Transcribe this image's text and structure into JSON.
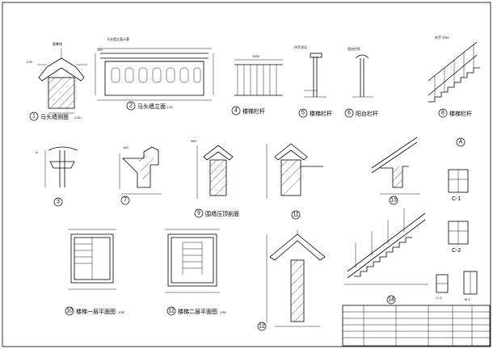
{
  "sheet": {
    "watermark": "",
    "details": [
      {
        "num": "1",
        "title": "马头墙侧面",
        "scale": "1:20"
      },
      {
        "num": "2",
        "title": "马头墙立面",
        "scale": "1:20"
      },
      {
        "num": "4",
        "title": "楼梯栏杆",
        "scale": ""
      },
      {
        "num": "5",
        "title": "楼梯栏杆",
        "scale": ""
      },
      {
        "num": "6",
        "title": "阳台栏杆",
        "scale": ""
      },
      {
        "num": "8",
        "title": "楼梯栏杆",
        "scale": ""
      },
      {
        "num": "3",
        "title": "",
        "scale": ""
      },
      {
        "num": "7",
        "title": "",
        "scale": ""
      },
      {
        "num": "9",
        "title": "围墙压顶剖面",
        "scale": ""
      },
      {
        "num": "11",
        "title": "",
        "scale": ""
      },
      {
        "num": "13",
        "title": "",
        "scale": ""
      },
      {
        "num": "10",
        "title": "楼梯一层平面图",
        "scale": "1:50"
      },
      {
        "num": "12",
        "title": "楼梯二层平面图",
        "scale": "1:50"
      },
      {
        "num": "12",
        "title": "",
        "scale": ""
      },
      {
        "num": "14",
        "title": "",
        "scale": ""
      }
    ],
    "windows": [
      {
        "label": "C-1"
      },
      {
        "label": "C-2"
      },
      {
        "label": "C-3"
      },
      {
        "label": "M-1"
      }
    ],
    "markers": {
      "a": "A"
    }
  }
}
